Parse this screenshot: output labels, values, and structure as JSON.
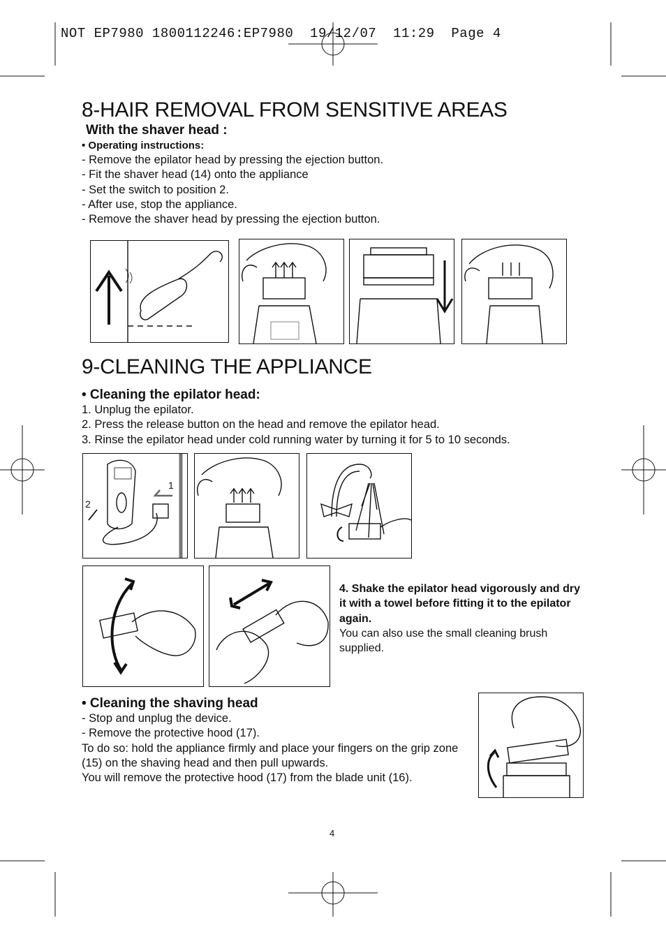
{
  "print_header": "NOT EP7980 1800112246:EP7980  19/12/07  11:29  Page 4",
  "section8": {
    "title": "8-HAIR REMOVAL FROM SENSITIVE AREAS",
    "subtitle": "With the shaver head :",
    "ops_label": "• Operating instructions:",
    "steps": [
      "- Remove the epilator head by pressing the ejection button.",
      "- Fit the shaver head (14) onto the appliance",
      "- Set the switch to position 2.",
      "- After use, stop the appliance.",
      "- Remove the shaver head by pressing the ejection button."
    ]
  },
  "section9": {
    "title": "9-CLEANING THE APPLIANCE",
    "epilator_heading": "• Cleaning the epilator head:",
    "epilator_steps": [
      "1. Unplug the epilator.",
      "2. Press the release button on the head and remove the epilator head.",
      "3. Rinse the epilator head under cold running water by turning it for 5 to 10 seconds."
    ],
    "fig_label_1": "1",
    "fig_label_2": "2",
    "step4_bold": "4. Shake the epilator head vigorously and dry it with a towel before fitting it to the epilator again.",
    "step4_text": "You can also use the small cleaning brush supplied.",
    "shaving_heading": "• Cleaning the shaving head",
    "shaving_lines": [
      "- Stop and unplug the device.",
      "- Remove the protective hood (17).",
      "To do so: hold the appliance firmly and place your fingers on the grip zone (15) on the shaving head and then pull upwards.",
      "You will remove the protective hood (17) from the blade unit (16)."
    ]
  },
  "page_number": "4",
  "icons": [
    "registration-mark-icon",
    "crop-mark-icon",
    "arrow-up-icon",
    "arrow-down-icon",
    "water-tap-icon",
    "brush-icon",
    "rotate-arrow-icon"
  ]
}
